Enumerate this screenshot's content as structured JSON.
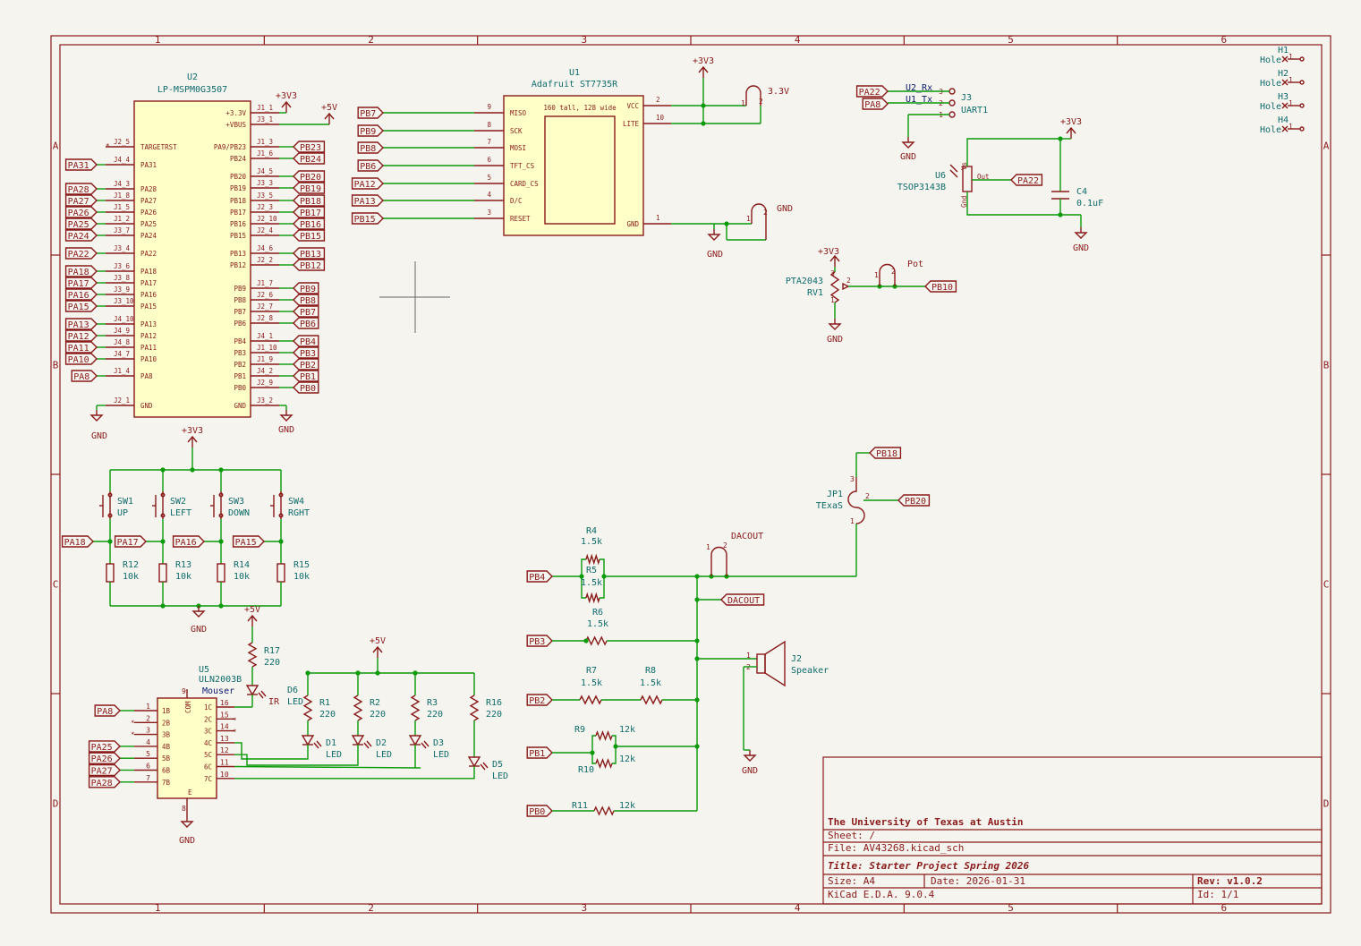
{
  "border": {
    "cols": [
      "1",
      "2",
      "3",
      "4",
      "5",
      "6"
    ],
    "rows": [
      "A",
      "B",
      "C",
      "D"
    ]
  },
  "u2": {
    "ref": "U2",
    "value": "LP-MSPM0G3507",
    "left_pins": [
      [
        "J2_5",
        "TARGETRST"
      ],
      [
        "J4_4",
        "PA31"
      ],
      [
        "J4_3",
        "PA28"
      ],
      [
        "J1_8",
        "PA27"
      ],
      [
        "J1_5",
        "PA26"
      ],
      [
        "J1_2",
        "PA25"
      ],
      [
        "J3_7",
        "PA24"
      ],
      [
        "J3_4",
        "PA22"
      ],
      [
        "J3_6",
        "PA18"
      ],
      [
        "J3_8",
        "PA17"
      ],
      [
        "J3_9",
        "PA16"
      ],
      [
        "J3_10",
        "PA15"
      ],
      [
        "J4_10",
        "PA13"
      ],
      [
        "J4_9",
        "PA12"
      ],
      [
        "J4_8",
        "PA11"
      ],
      [
        "J4_7",
        "PA10"
      ],
      [
        "J1_4",
        "PA8"
      ],
      [
        "J2_1",
        "GND"
      ]
    ],
    "right_pins": [
      [
        "J1_1",
        "+3.3V"
      ],
      [
        "J3_1",
        "+VBUS"
      ],
      [
        "J1_3",
        "PA9/PB23"
      ],
      [
        "J1_6",
        "PB24"
      ],
      [
        "J4_5",
        "PB20"
      ],
      [
        "J3_3",
        "PB19"
      ],
      [
        "J3_5",
        "PB18"
      ],
      [
        "J2_3",
        "PB17"
      ],
      [
        "J2_10",
        "PB16"
      ],
      [
        "J2_4",
        "PB15"
      ],
      [
        "J4_6",
        "PB13"
      ],
      [
        "J2_2",
        "PB12"
      ],
      [
        "J1_7",
        "PB9"
      ],
      [
        "J2_6",
        "PB8"
      ],
      [
        "J2_7",
        "PB7"
      ],
      [
        "J2_8",
        "PB6"
      ],
      [
        "J4_1",
        "PB4"
      ],
      [
        "J1_10",
        "PB3"
      ],
      [
        "J1_9",
        "PB2"
      ],
      [
        "J4_2",
        "PB1"
      ],
      [
        "J2_9",
        "PB0"
      ],
      [
        "J3_2",
        "GND"
      ]
    ],
    "left_labels": [
      "PA31",
      "PA28",
      "PA27",
      "PA26",
      "PA25",
      "PA24",
      "PA22",
      "PA18",
      "PA17",
      "PA16",
      "PA15",
      "PA13",
      "PA12",
      "PA11",
      "PA10",
      "PA8"
    ],
    "right_labels": [
      "PB23",
      "PB24",
      "PB20",
      "PB19",
      "PB18",
      "PB17",
      "PB16",
      "PB15",
      "PB13",
      "PB12",
      "PB9",
      "PB8",
      "PB7",
      "PB6",
      "PB4",
      "PB3",
      "PB2",
      "PB1",
      "PB0"
    ]
  },
  "power": {
    "p3v3": "+3V3",
    "p5v": "+5V",
    "gnd": "GND"
  },
  "u1": {
    "ref": "U1",
    "value": "Adafruit ST7735R",
    "screen": "160 tall, 128 wide",
    "left_pins": [
      [
        "9",
        "MISO",
        "PB7"
      ],
      [
        "8",
        "SCK",
        "PB9"
      ],
      [
        "7",
        "MOSI",
        "PB8"
      ],
      [
        "6",
        "TFT_CS",
        "PB6"
      ],
      [
        "5",
        "CARD_CS",
        "PA12"
      ],
      [
        "4",
        "D/C",
        "PA13"
      ],
      [
        "3",
        "RESET",
        "PB15"
      ]
    ],
    "right_pins": [
      [
        "2",
        "VCC"
      ],
      [
        "10",
        "LITE"
      ],
      [
        "1",
        "GND"
      ]
    ],
    "jumper_33": "3.3V",
    "jumper_gnd": "GND"
  },
  "j3": {
    "ref": "J3",
    "value": "UART1",
    "nets": [
      "U2_Rx",
      "U1_Tx"
    ],
    "labels": [
      "PA22",
      "PA8"
    ],
    "pins": [
      "3",
      "2",
      "1"
    ]
  },
  "u6": {
    "ref": "U6",
    "value": "TSOP3143B",
    "pins": [
      "Vs",
      "Out",
      "Gnd"
    ],
    "out_label": "PA22"
  },
  "c4": {
    "ref": "C4",
    "value": "0.1uF"
  },
  "rv1": {
    "ref": "RV1",
    "value": "PTA2043",
    "jumper": "Pot",
    "label": "PB10",
    "pins": [
      "3",
      "2",
      "1"
    ]
  },
  "holes": [
    {
      "ref": "H1",
      "value": "Hole"
    },
    {
      "ref": "H2",
      "value": "Hole"
    },
    {
      "ref": "H3",
      "value": "Hole"
    },
    {
      "ref": "H4",
      "value": "Hole"
    }
  ],
  "switches": [
    {
      "ref": "SW1",
      "value": "UP",
      "label": "PA18",
      "r": "R12",
      "rv": "10k"
    },
    {
      "ref": "SW2",
      "value": "LEFT",
      "label": "PA17",
      "r": "R13",
      "rv": "10k"
    },
    {
      "ref": "SW3",
      "value": "DOWN",
      "label": "PA16",
      "r": "R14",
      "rv": "10k"
    },
    {
      "ref": "SW4",
      "value": "RGHT",
      "label": "PA15",
      "r": "R15",
      "rv": "10k"
    }
  ],
  "u5": {
    "ref": "U5",
    "value": "ULN2003B",
    "left_pins": [
      [
        "1",
        "1B",
        "PA8"
      ],
      [
        "2",
        "2B",
        ""
      ],
      [
        "3",
        "3B",
        ""
      ],
      [
        "4",
        "4B",
        "PA25"
      ],
      [
        "5",
        "5B",
        "PA26"
      ],
      [
        "6",
        "6B",
        "PA27"
      ],
      [
        "7",
        "7B",
        "PA28"
      ]
    ],
    "right_pins": [
      [
        "16",
        "1C"
      ],
      [
        "15",
        "2C"
      ],
      [
        "14",
        "3C"
      ],
      [
        "13",
        "4C"
      ],
      [
        "12",
        "5C"
      ],
      [
        "11",
        "6C"
      ],
      [
        "10",
        "7C"
      ]
    ],
    "com": "COM",
    "com_pin": "9",
    "e": "E",
    "e_pin": "8"
  },
  "r17": {
    "ref": "R17",
    "value": "220"
  },
  "d6": {
    "ref": "D6",
    "value": "LED",
    "tag": "Mouser",
    "ir": "IR"
  },
  "leds": [
    {
      "r": "R1",
      "rv": "220",
      "d": "D1",
      "dv": "LED"
    },
    {
      "r": "R2",
      "rv": "220",
      "d": "D2",
      "dv": "LED"
    },
    {
      "r": "R3",
      "rv": "220",
      "d": "D3",
      "dv": "LED"
    },
    {
      "r": "R16",
      "rv": "220",
      "d": "D5",
      "dv": "LED"
    }
  ],
  "dac": {
    "r4": {
      "ref": "R4",
      "value": "1.5k"
    },
    "r5": {
      "ref": "R5",
      "value": "1.5k"
    },
    "r6": {
      "ref": "R6",
      "value": "1.5k"
    },
    "r7": {
      "ref": "R7",
      "value": "1.5k"
    },
    "r8": {
      "ref": "R8",
      "value": "1.5k"
    },
    "r9": {
      "ref": "R9",
      "value": "12k"
    },
    "r10": {
      "ref": "R10",
      "value": "12k"
    },
    "r11": {
      "ref": "R11",
      "value": "12k"
    },
    "labels": [
      "PB4",
      "PB3",
      "PB2",
      "PB1",
      "PB0"
    ],
    "dacout": "DACOUT",
    "jumper_pins": [
      "1",
      "2"
    ]
  },
  "j2": {
    "ref": "J2",
    "value": "Speaker",
    "pins": [
      "1",
      "2"
    ]
  },
  "jp1": {
    "ref": "JP1",
    "value": "TExaS",
    "labels": [
      "PB18",
      "PB20"
    ],
    "pins": [
      "3",
      "2",
      "1"
    ]
  },
  "titleblock": {
    "org": "The University of Texas at Austin",
    "sheet": "Sheet: /",
    "file": "File: AV43268.kicad_sch",
    "title": "Title: Starter Project Spring 2026",
    "size": "Size: A4",
    "date": "Date: 2026-01-31",
    "rev": "Rev: v1.0.2",
    "tool": "KiCad E.D.A. 9.0.4",
    "id": "Id: 1/1"
  }
}
